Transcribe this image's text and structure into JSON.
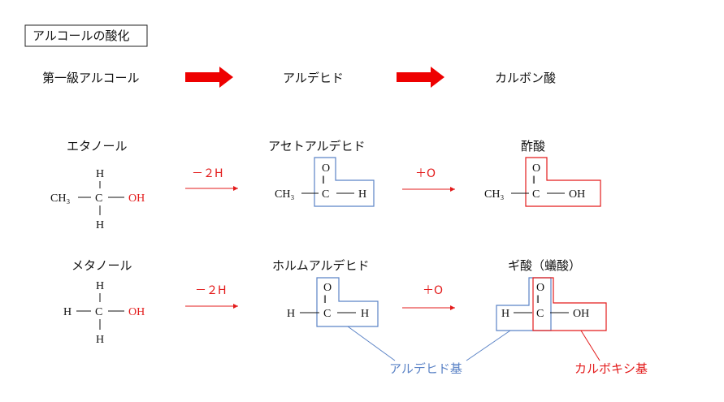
{
  "title": "アルコールの酸化",
  "flow": {
    "step1": "第一級アルコール",
    "step2": "アルデヒド",
    "step3": "カルボン酸"
  },
  "rows": [
    {
      "alcohol_name": "エタノール",
      "aldehyde_name": "アセトアルデヒド",
      "acid_name": "酢酸",
      "left_group": "CH₃"
    },
    {
      "alcohol_name": "メタノール",
      "aldehyde_name": "ホルムアルデヒド",
      "acid_name": "ギ酸（蟻酸）",
      "left_group": "H"
    }
  ],
  "reaction_labels": {
    "minus_2h": "－２H",
    "plus_o": "＋O"
  },
  "atoms": {
    "H": "H",
    "C": "C",
    "O": "O",
    "OH": "OH",
    "double_bond": "‖"
  },
  "group_labels": {
    "aldehyde_group": "アルデヒド基",
    "carboxyl_group": "カルボキシ基"
  },
  "colors": {
    "red": "#e31b1b",
    "blue": "#5b83c6",
    "arrow_red": "#ee0000"
  }
}
